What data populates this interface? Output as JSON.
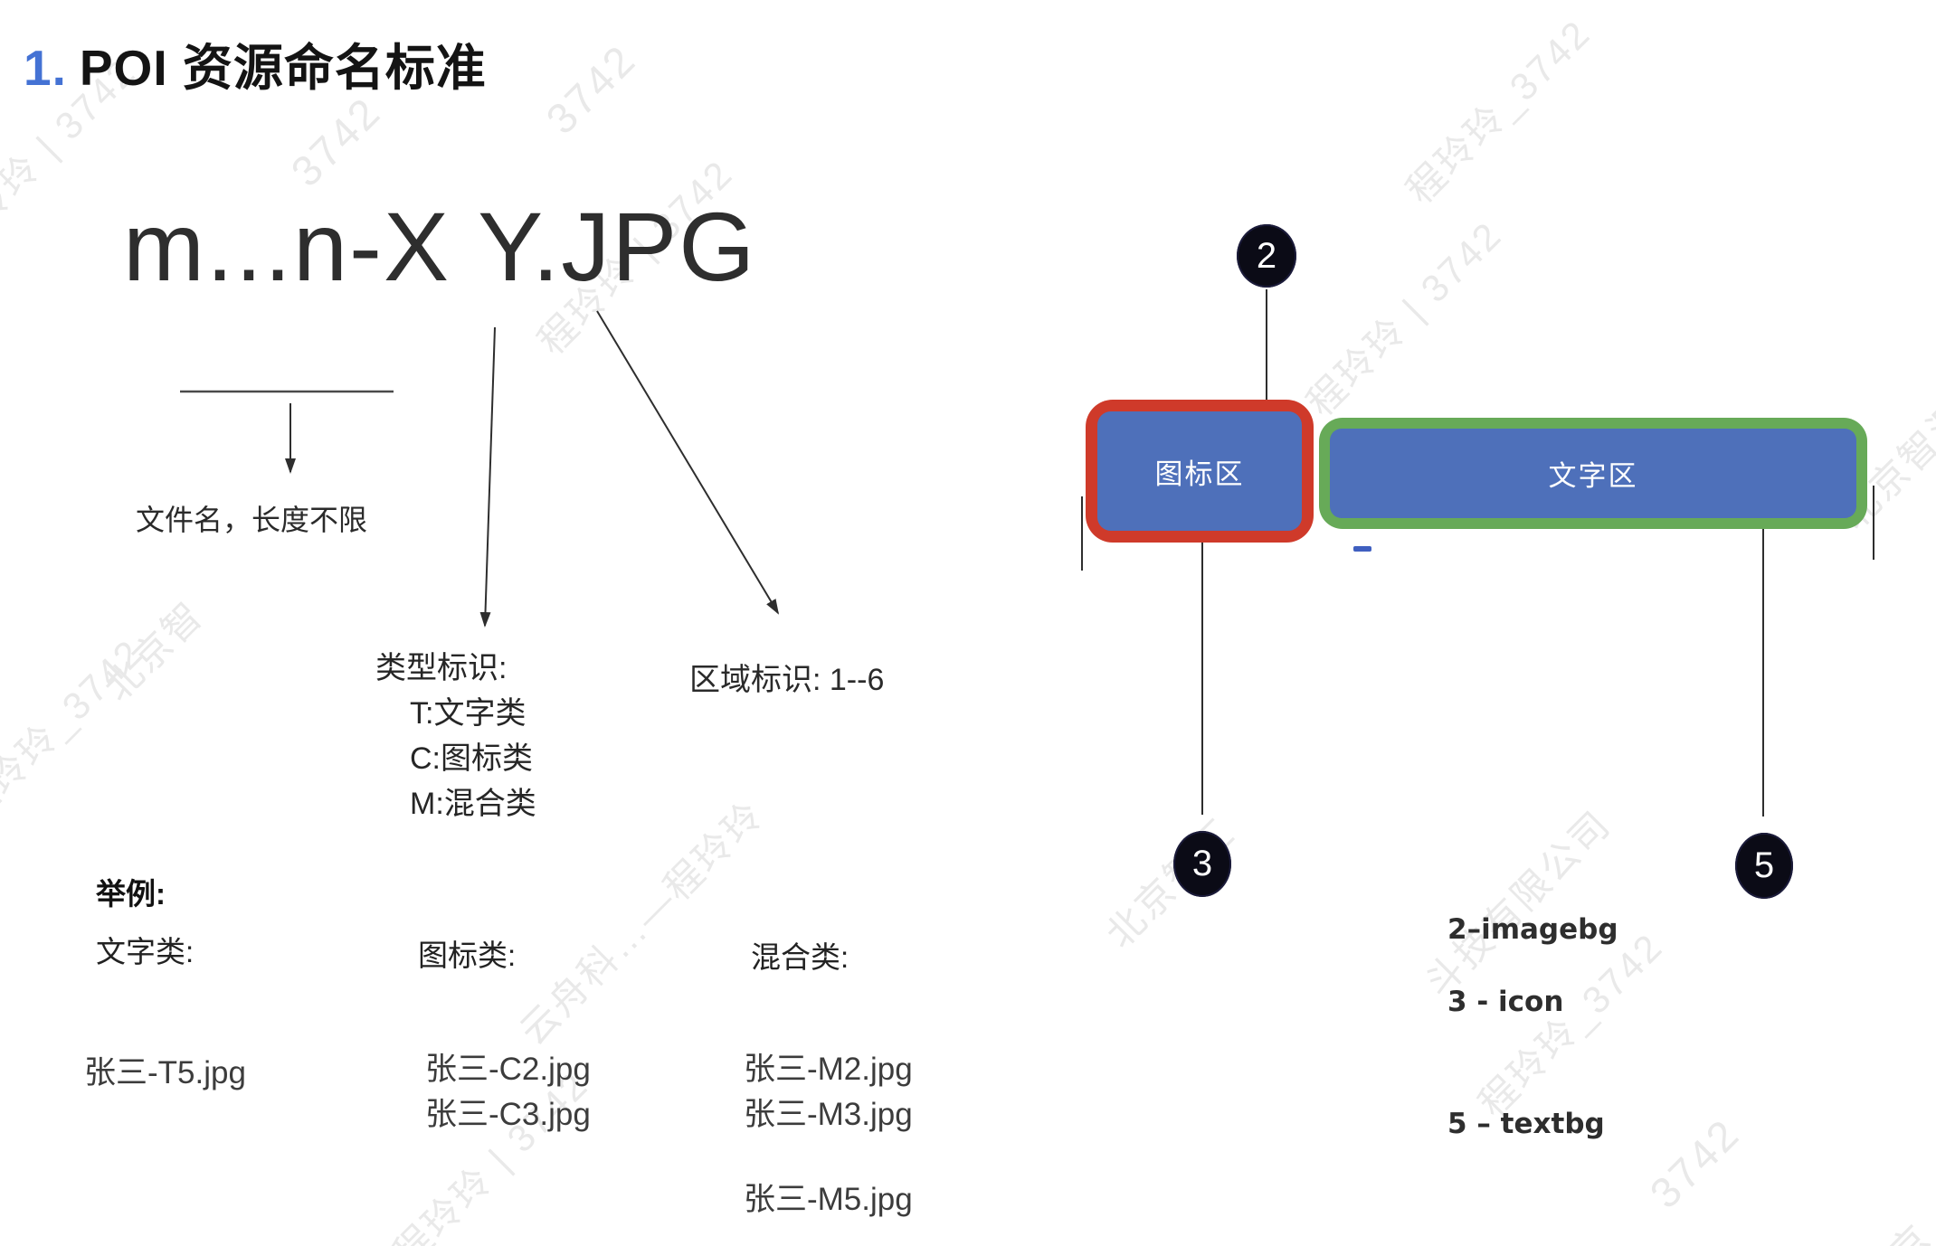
{
  "title": {
    "number": "1.",
    "text": "POI 资源命名标准",
    "number_color": "#4472d4"
  },
  "formula": {
    "text": "m...n-X Y.JPG"
  },
  "annotations": {
    "filename_note": "文件名，长度不限",
    "type_label": "类型标识:",
    "type_items": [
      "T:文字类",
      "C:图标类",
      "M:混合类"
    ],
    "region_label": "区域标识: 1--6"
  },
  "examples": {
    "heading": "举例:",
    "columns": [
      {
        "label": "文字类:",
        "files": [
          "张三-T5.jpg"
        ]
      },
      {
        "label": "图标类:",
        "files": [
          "张三-C2.jpg",
          "张三-C3.jpg"
        ]
      },
      {
        "label": "混合类:",
        "files": [
          "张三-M2.jpg",
          "张三-M3.jpg",
          "张三-M5.jpg"
        ]
      }
    ]
  },
  "diagram": {
    "icon_area": {
      "label": "图标区",
      "border_color": "#cf3a2a",
      "fill_color": "#4e70ba"
    },
    "text_area": {
      "label": "文字区",
      "border_color": "#67aa58",
      "fill_color": "#4e70ba"
    },
    "callouts": [
      {
        "n": "2"
      },
      {
        "n": "3"
      },
      {
        "n": "5"
      }
    ],
    "callout_color": "#0b0b16",
    "legend": [
      {
        "label": "2–imagebg"
      },
      {
        "label": "3 - icon"
      },
      {
        "label": "5 – textbg"
      }
    ]
  },
  "watermarks": {
    "items": [
      {
        "text": "程玲玲 | 3742"
      },
      {
        "text": "3742"
      },
      {
        "text": "3742"
      },
      {
        "text": "程玲玲 | 3742"
      },
      {
        "text": "北京智"
      },
      {
        "text": "程玲玲_3742"
      },
      {
        "text": "云舟科…—程玲玲"
      },
      {
        "text": "程玲玲 | 3742"
      },
      {
        "text": "程玲玲_3742"
      },
      {
        "text": "北京智汇云舟"
      },
      {
        "text": "北京智汇"
      },
      {
        "text": "斗技有限公司"
      },
      {
        "text": "程玲玲_3742"
      },
      {
        "text": "3742"
      },
      {
        "text": "程玲玲 | 3742"
      },
      {
        "text": "北京"
      }
    ]
  }
}
